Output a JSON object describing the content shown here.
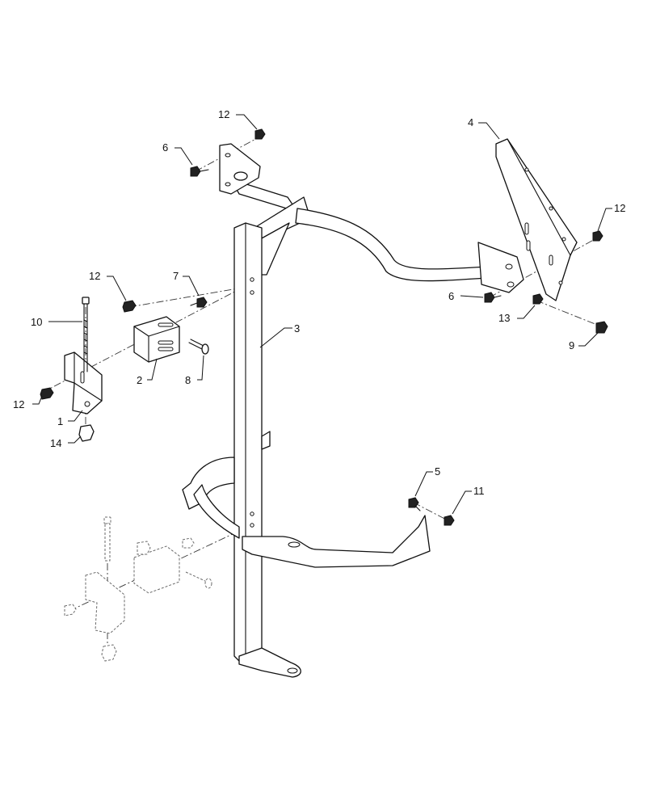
{
  "callouts": [
    {
      "id": "c1",
      "label": "1"
    },
    {
      "id": "c2",
      "label": "2"
    },
    {
      "id": "c3",
      "label": "3"
    },
    {
      "id": "c4",
      "label": "4"
    },
    {
      "id": "c5",
      "label": "5"
    },
    {
      "id": "c6a",
      "label": "6"
    },
    {
      "id": "c6b",
      "label": "6"
    },
    {
      "id": "c7",
      "label": "7"
    },
    {
      "id": "c8",
      "label": "8"
    },
    {
      "id": "c9",
      "label": "9"
    },
    {
      "id": "c10",
      "label": "10"
    },
    {
      "id": "c11",
      "label": "11"
    },
    {
      "id": "c12a",
      "label": "12"
    },
    {
      "id": "c12b",
      "label": "12"
    },
    {
      "id": "c12c",
      "label": "12"
    },
    {
      "id": "c12d",
      "label": "12"
    },
    {
      "id": "c13",
      "label": "13"
    },
    {
      "id": "c14",
      "label": "14"
    }
  ]
}
